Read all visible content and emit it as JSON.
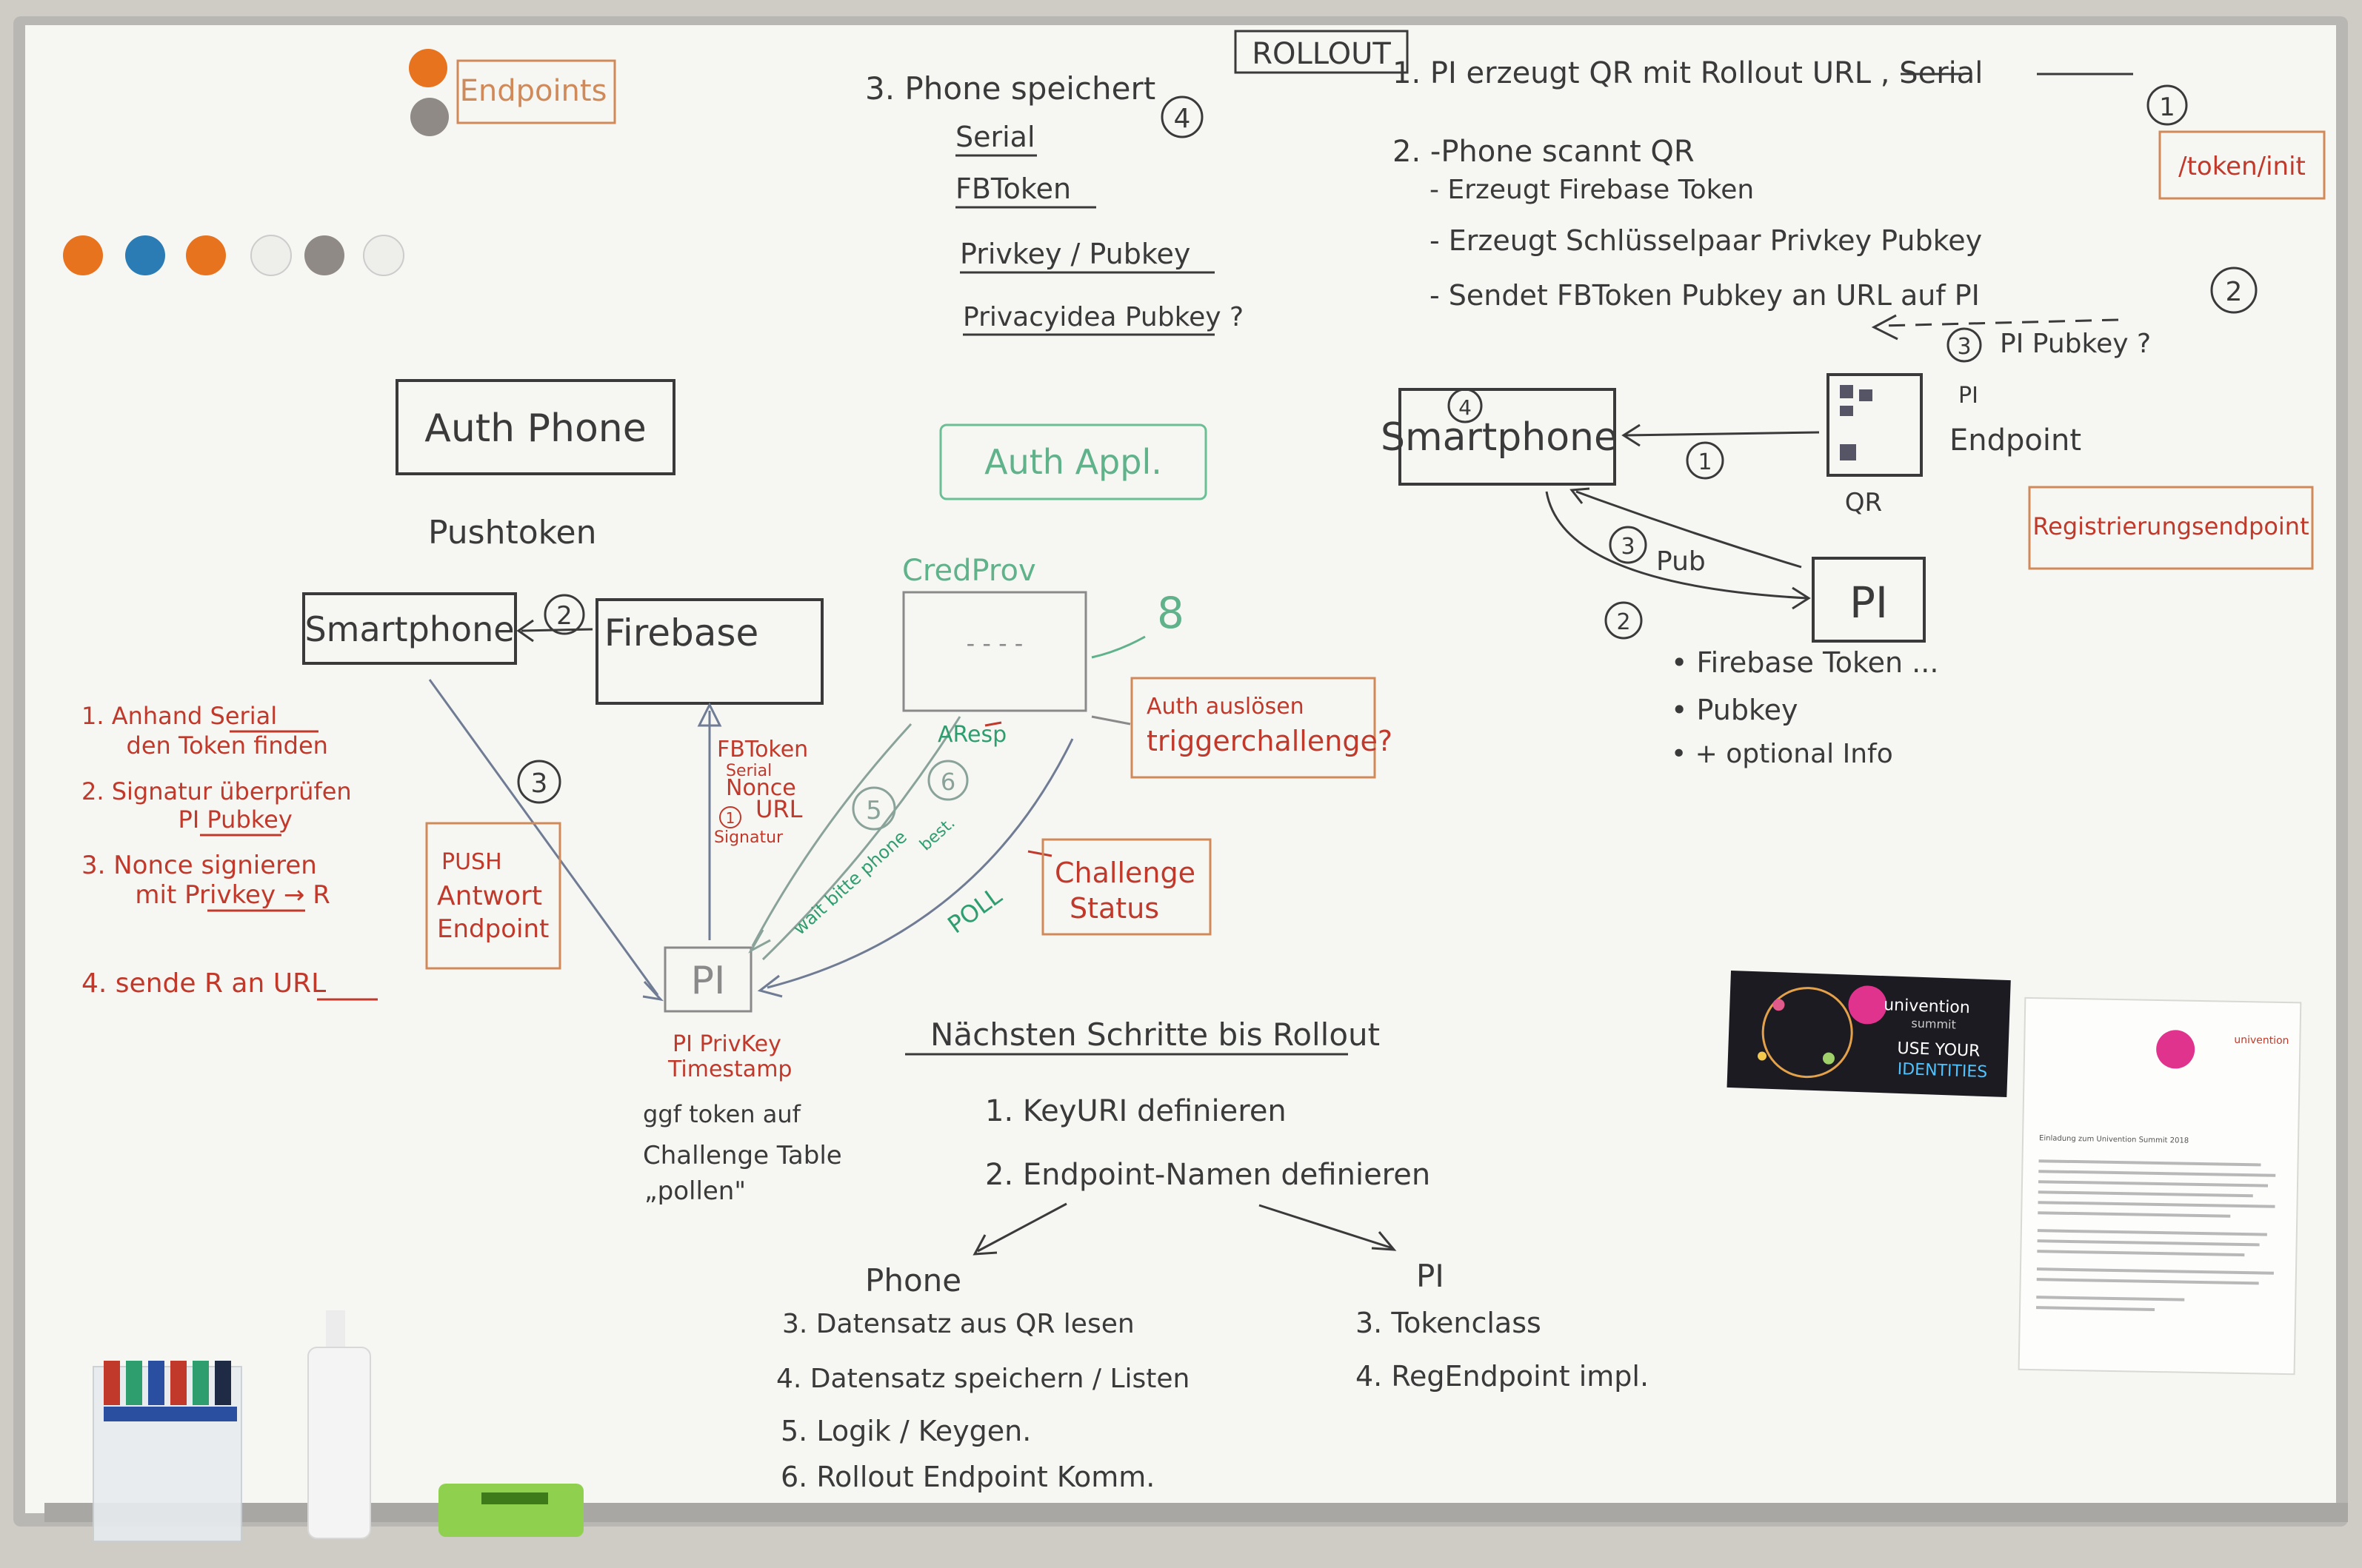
{
  "board": {
    "title": "ROLLOUT",
    "labels": {
      "endpoints": "Endpoints",
      "token_init": "/token/init",
      "auth_phone": "Auth Phone",
      "pushtoken": "Pushtoken",
      "auth_appl": "Auth Appl.",
      "credprov": "CredProv",
      "credprov_dots": "- - - -",
      "credprov_num": "8",
      "registrierungsendpoint": "Registrierungsendpoint",
      "push_antwort_endpoint": [
        "PUSH",
        "Antwort",
        "Endpoint"
      ],
      "auth_ausloesen": [
        "Auth auslösen",
        "triggerchallenge?"
      ],
      "challenge_status": [
        "Challenge",
        "Status"
      ],
      "pi_privkey": "PI PrivKey",
      "timestamp": "Timestamp",
      "ggf_token": [
        "ggf token auf",
        "Challenge Table",
        "„pollen\""
      ],
      "arsp": "AResp",
      "wait_bitte_phone": [
        "wait bitte phone",
        "best."
      ],
      "poll": "POLL"
    },
    "phone_speichert": {
      "heading": "3. Phone speichert",
      "badge": "4",
      "items": [
        "Serial",
        "FBToken",
        "Privkey / Pubkey",
        "Privacyidea Pubkey ?"
      ]
    },
    "rollout_steps": {
      "step1": "1. PI erzeugt QR mit Rollout URL , Serial",
      "step1_badge": "1",
      "step2": "2. -Phone scannt QR",
      "step2_subs": [
        "- Erzeugt Firebase Token",
        "- Erzeugt Schlüsselpaar Privkey Pubkey",
        "- Sendet FBToken Pubkey an URL auf PI"
      ],
      "step2_badge": "2",
      "pi_pubkey_badge": "3",
      "pi_pubkey": "PI Pubkey ?"
    },
    "left_diagram": {
      "smartphone": "Smartphone",
      "firebase": "Firebase",
      "pi": "PI",
      "badge_2": "2",
      "badge_3": "3",
      "badge_1": "1",
      "firebase_arrow": [
        "FBToken",
        "Serial",
        "Nonce",
        "URL",
        "Signatur"
      ],
      "circle_5": "5",
      "circle_6": "6"
    },
    "right_diagram": {
      "smartphone": "Smartphone",
      "smartphone_badge": "4",
      "pi": "PI",
      "endpoint_label": [
        "PI",
        "Endpoint"
      ],
      "qr_label": "QR",
      "arrow1_badge": "1",
      "arrow3_badge": "3",
      "arrow3_label": "Pub",
      "arrow2_badge": "2",
      "bullets": [
        "• Firebase Token ...",
        "• Pubkey",
        "• + optional Info"
      ]
    },
    "phone_steps": [
      "1. Anhand Serial",
      "   den Token finden",
      "2. Signatur überprüfen",
      "   PI Pubkey",
      "3. Nonce signieren",
      "   mit Privkey → R",
      "4. sende R an URL"
    ],
    "next_steps": {
      "heading": "Nächsten Schritte bis Rollout",
      "items": [
        "1. KeyURI definieren",
        "2. Endpoint-Namen definieren"
      ],
      "phone_label": "Phone",
      "pi_label": "PI",
      "phone_items": [
        "3. Datensatz aus QR lesen",
        "4. Datensatz speichern / Listen",
        "5. Logik / Keygen.",
        "6. Rollout Endpoint Komm."
      ],
      "pi_items": [
        "3. Tokenclass",
        "4. RegEndpoint impl."
      ]
    },
    "sticker": {
      "brand": "univention",
      "sub": "summit",
      "line1": "USE YOUR",
      "line2": "IDENTITIES"
    },
    "letter": {
      "brand": "univention",
      "subject": "Einladung zum Univention Summit 2018"
    },
    "colors": {
      "marker_ink": "#3a3a3a",
      "marker_red": "#c0392b",
      "marker_green": "#2f9e6e",
      "magnet_orange": "#e8731f",
      "magnet_blue": "#2b7cb5",
      "magnet_grey": "#8f8a86",
      "magnet_white": "#eeeeea"
    }
  }
}
